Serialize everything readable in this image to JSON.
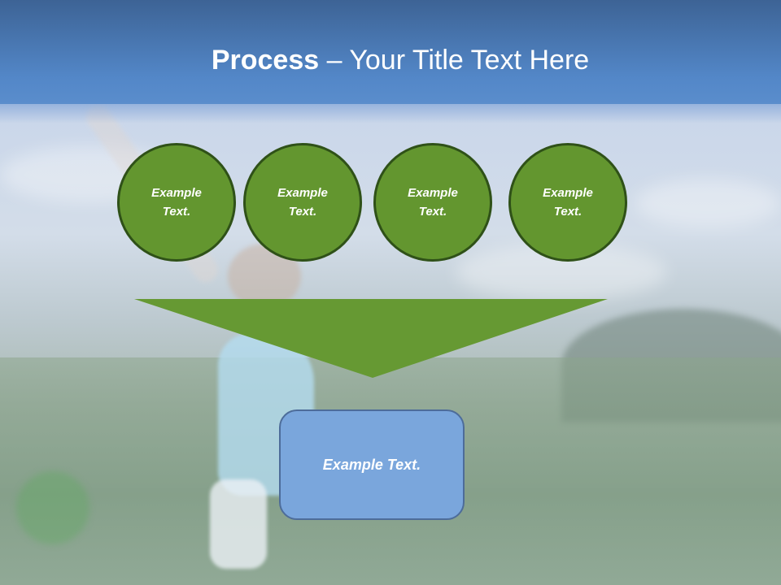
{
  "slide": {
    "title": {
      "bold": "Process",
      "rest": " – Your Title Text Here"
    },
    "circles": [
      {
        "line1": "Example",
        "line2": "Text."
      },
      {
        "line1": "Example",
        "line2": "Text."
      },
      {
        "line1": "Example",
        "line2": "Text."
      },
      {
        "line1": "Example",
        "line2": "Text."
      }
    ],
    "result_box": {
      "label": "Example Text."
    },
    "colors": {
      "header_top": "#3d6395",
      "header_bottom": "#5a8dcc",
      "circle_fill": "#63962f",
      "circle_border": "#2f5118",
      "arrow_fill": "#669933",
      "box_fill": "#7aa6dc",
      "box_border": "#4d6c9a",
      "text": "#ffffff"
    }
  }
}
